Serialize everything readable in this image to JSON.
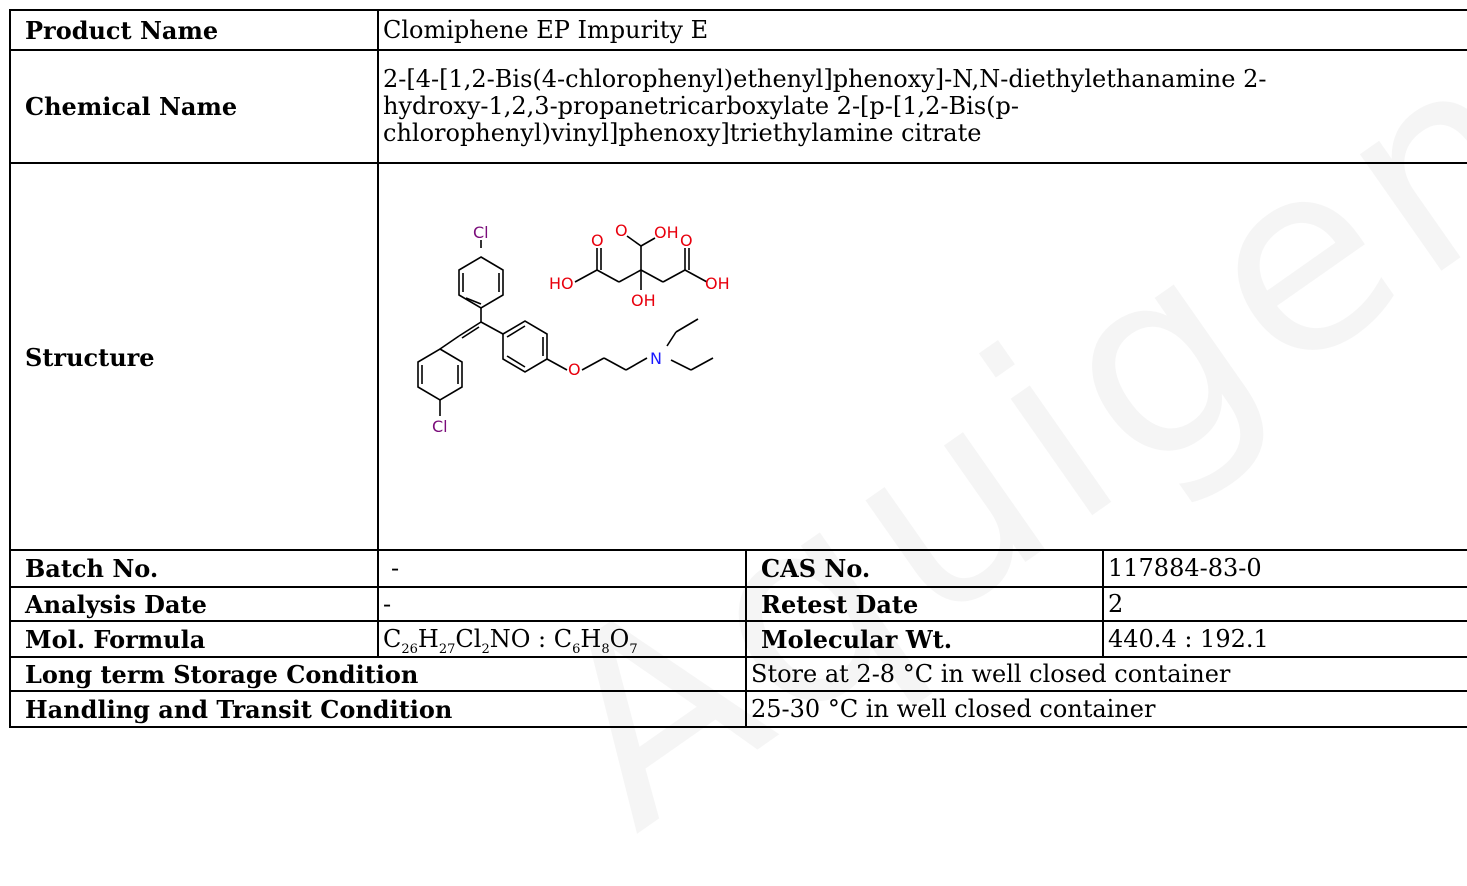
{
  "product_name": {
    "label": "Product Name",
    "value": "Clomiphene EP Impurity E"
  },
  "chemical_name": {
    "label": "Chemical Name",
    "line1": "2-[4-[1,2-Bis(4-chlorophenyl)ethenyl]phenoxy]-N,N-diethylethanamine 2-",
    "line2": "hydroxy-1,2,3-propanetricarboxylate 2-[p-[1,2-Bis(p-",
    "line3": "chlorophenyl)vinyl]phenoxy]triethylamine citrate"
  },
  "structure": {
    "label": "Structure",
    "atoms": {
      "cl": "Cl",
      "o": "O",
      "oh": "OH",
      "ho": "HO",
      "n": "N"
    },
    "colors": {
      "bond": "#000000",
      "oxygen": "#e8000d",
      "nitrogen": "#1a1aff",
      "chlorine": "#7a0c7a"
    }
  },
  "batch": {
    "label": "Batch No.",
    "value": "-"
  },
  "cas": {
    "label": "CAS No.",
    "value": "117884-83-0"
  },
  "analysis_date": {
    "label": "Analysis Date",
    "value": "-"
  },
  "retest_date": {
    "label": "Retest Date",
    "value": "2"
  },
  "mol_formula": {
    "label": "Mol. Formula",
    "parts": [
      "C",
      "26",
      "H",
      "27",
      "Cl",
      "2",
      "NO : C",
      "6",
      "H",
      "8",
      "O",
      "7"
    ]
  },
  "mol_wt": {
    "label": "Molecular Wt.",
    "value": "440.4 : 192.1"
  },
  "storage": {
    "label": "Long term Storage Condition",
    "value": "Store at 2-8 °C in well closed container"
  },
  "handling": {
    "label": "Handling and Transit Condition",
    "value": "25-30 °C in well closed container"
  },
  "watermark": "Aquigen COA"
}
